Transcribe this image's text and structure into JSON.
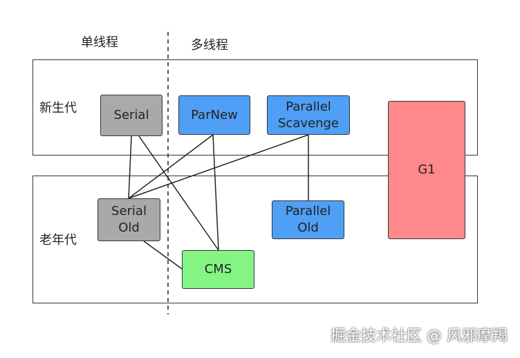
{
  "header": {
    "single_thread": "单线程",
    "multi_thread": "多线程"
  },
  "regions": {
    "young": "新生代",
    "old": "老年代"
  },
  "collectors": {
    "serial": "Serial",
    "parnew": "ParNew",
    "parallel_scavenge": "Parallel\nScavenge",
    "serial_old": "Serial\nOld",
    "parallel_old": "Parallel\nOld",
    "cms": "CMS",
    "g1": "G1"
  },
  "colors": {
    "serial_family": "#a9a9a9",
    "parallel_family": "#4e9ff5",
    "cms": "#84f584",
    "g1": "#ff888a"
  },
  "watermark": "掘金技术社区 @ 风邪摩羯"
}
